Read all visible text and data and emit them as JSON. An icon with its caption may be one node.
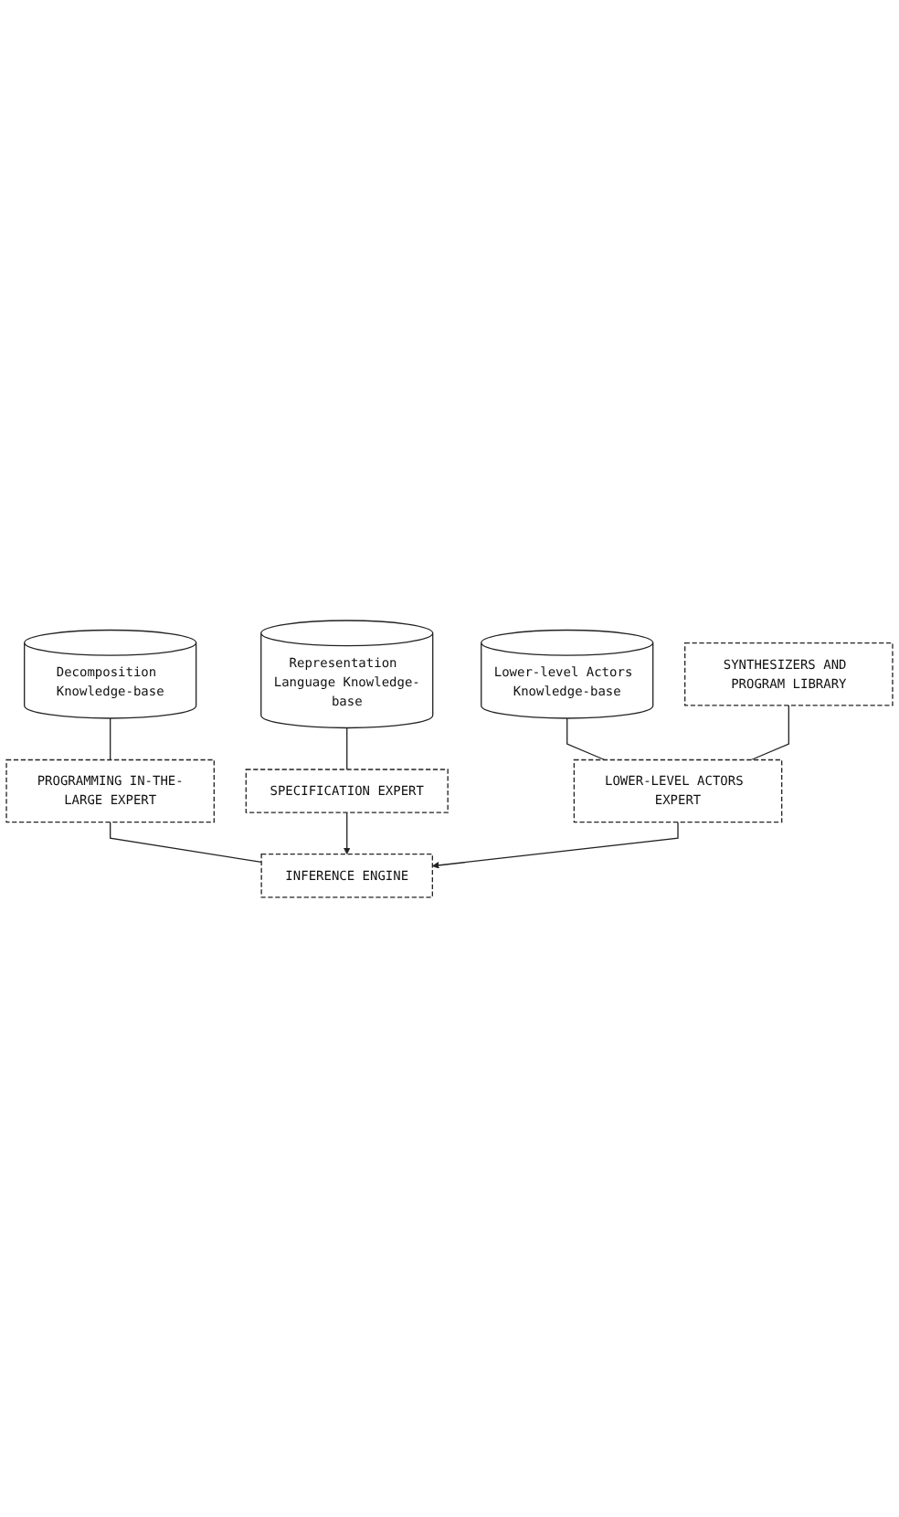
{
  "diagram": {
    "nodes": [
      {
        "text": [
          "Decomposition Knowledge-base"
        ]
      },
      {
        "text": [
          "PROGRAMMING IN-THE-LARGE EXPERT"
        ]
      },
      {
        "text": [
          "Representation Language Knowledge-base"
        ]
      },
      {
        "text": [
          "SPECIFICATION EXPERT"
        ]
      },
      {
        "text": [
          "INFERENCE ENGINE"
        ]
      },
      {
        "text": [
          "Lower-level Actors Knowledge-base"
        ]
      },
      {
        "text": [
          "SYNTHESIZERS AND PROGRAM LIBRARY"
        ]
      },
      {
        "text": [
          "LOWER-LEVEL ACTORS EXPERT"
        ]
      }
    ],
    "edges": [
      {
        "from": 0,
        "to": 1,
        "arrow": "none"
      },
      {
        "from": 1,
        "to": 4,
        "arrow": "none"
      },
      {
        "from": 2,
        "to": 3,
        "arrow": "none"
      },
      {
        "from": 3,
        "to": 4,
        "arrow": "to"
      },
      {
        "from": 7,
        "to": 4,
        "arrow": "to"
      },
      {
        "from": 5,
        "to": 7,
        "arrow": "none"
      },
      {
        "from": 6,
        "to": 7,
        "arrow": "none"
      }
    ]
  }
}
